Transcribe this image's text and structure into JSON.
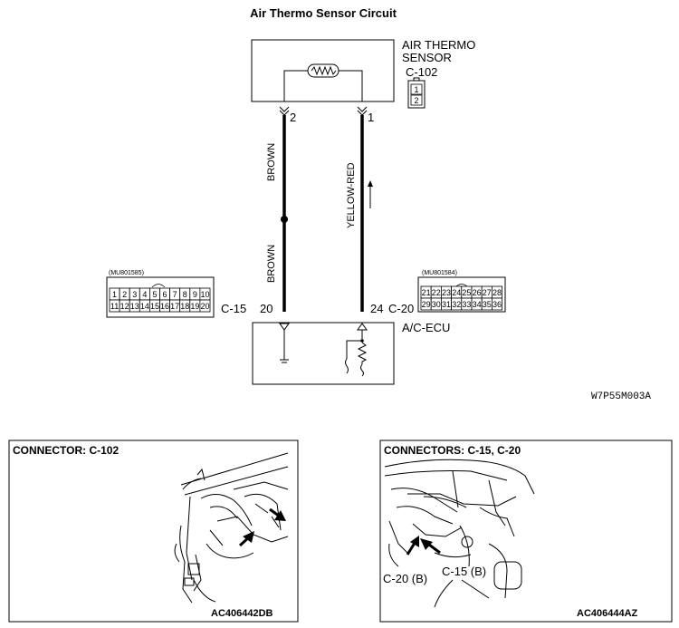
{
  "title": "Air Thermo Sensor Circuit",
  "sensor": {
    "name_line1": "AIR THERMO",
    "name_line2": "SENSOR",
    "connector": "C-102",
    "pins": [
      "1",
      "2"
    ],
    "pin_left": "2",
    "pin_right": "1"
  },
  "wires": {
    "left_upper": "BROWN",
    "left_lower": "BROWN",
    "right": "YELLOW-RED"
  },
  "ecu": {
    "name": "A/C-ECU",
    "left_connector": "C-15",
    "left_pin": "20",
    "right_connector": "C-20",
    "right_pin": "24"
  },
  "connector_c15": {
    "part": "(MU801585)",
    "row1": [
      "1",
      "2",
      "3",
      "4",
      "5",
      "6",
      "7",
      "8",
      "9",
      "10"
    ],
    "row2": [
      "11",
      "12",
      "13",
      "14",
      "15",
      "16",
      "17",
      "18",
      "19",
      "20"
    ]
  },
  "connector_c20": {
    "part": "(MU801584)",
    "row1": [
      "21",
      "22",
      "23",
      "24",
      "25",
      "26",
      "27",
      "28"
    ],
    "row2": [
      "29",
      "30",
      "31",
      "32",
      "33",
      "34",
      "35",
      "36"
    ]
  },
  "diagram_code": "W7P55M003A",
  "panel_left": {
    "title": "CONNECTOR: C-102",
    "code": "AC406442DB"
  },
  "panel_right": {
    "title": "CONNECTORS: C-15, C-20",
    "label_c15": "C-15 (B)",
    "label_c20": "C-20 (B)",
    "code": "AC406444AZ"
  }
}
